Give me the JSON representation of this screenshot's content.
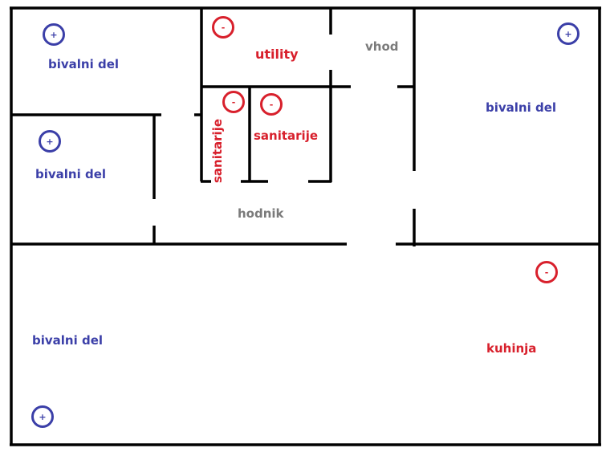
{
  "rooms": {
    "living_top_left": "bivalni del",
    "living_mid_left": "bivalni del",
    "living_bottom_left": "bivalni del",
    "living_right": "bivalni del",
    "utility": "utility",
    "entrance": "vhod",
    "sanitary_vertical": "sanitarije",
    "sanitary": "sanitarije",
    "hallway": "hodnik",
    "kitchen": "kuhinja"
  },
  "markers": {
    "plus": "+",
    "minus": "-"
  },
  "colors": {
    "positive": "#3b3fa8",
    "negative": "#d8202c",
    "neutral": "#7a7a7a",
    "wall": "#000000"
  }
}
